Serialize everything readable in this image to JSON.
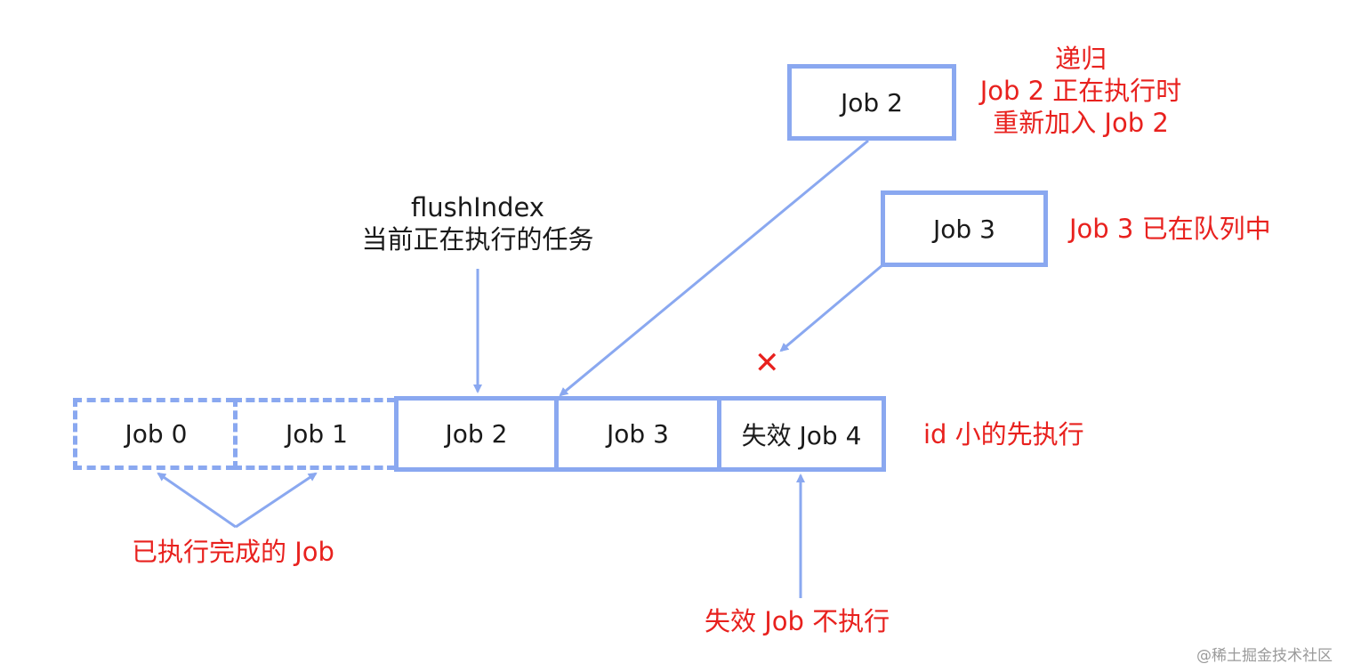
{
  "queue": {
    "jobs": [
      {
        "label": "Job 0",
        "status": "done"
      },
      {
        "label": "Job 1",
        "status": "done"
      },
      {
        "label": "Job 2",
        "status": "current"
      },
      {
        "label": "Job 3",
        "status": "pending"
      },
      {
        "label": "失效 Job 4",
        "status": "invalid"
      }
    ]
  },
  "incoming": {
    "job2": {
      "label": "Job 2",
      "note_lines": [
        "递归",
        "Job 2 正在执行时",
        "重新加入 Job 2"
      ]
    },
    "job3": {
      "label": "Job 3",
      "note": "Job 3 已在队列中",
      "rejected_mark": "✕"
    }
  },
  "pointer": {
    "title": "flushIndex",
    "subtitle": "当前正在执行的任务"
  },
  "notes": {
    "order": "id 小的先执行",
    "done": "已执行完成的 Job",
    "invalid": "失效 Job 不执行"
  },
  "colors": {
    "box_border": "#8aa8f0",
    "arrow": "#8aa8f0",
    "note": "#e8211e",
    "text": "#1a1a1a"
  },
  "watermark": "@稀土掘金技术社区"
}
